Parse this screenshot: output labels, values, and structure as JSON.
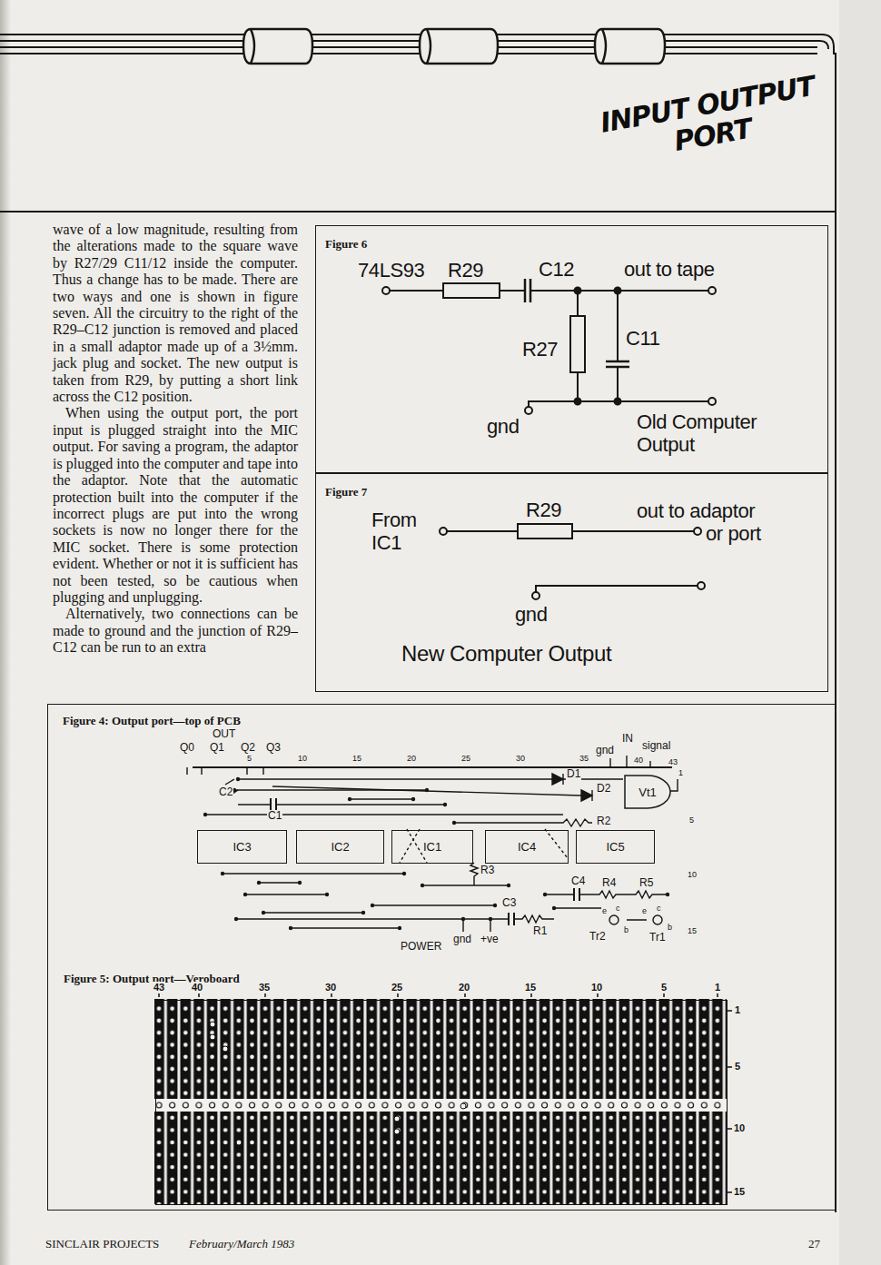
{
  "diagram": {
    "title": "INPUT OUTPUT PORT",
    "nodes": [
      {
        "text": [
          "Figure 6"
        ]
      },
      {
        "text": [
          "Figure 7"
        ]
      },
      {
        "text": [
          "Figure 4: Output port—top of PCB"
        ]
      },
      {
        "text": [
          "Vt1"
        ],
        "in": 2
      },
      {
        "text": [
          "IC3"
        ],
        "in": 2
      },
      {
        "text": [
          "IC2"
        ],
        "in": 2
      },
      {
        "text": [
          "IC1"
        ],
        "in": 2
      },
      {
        "text": [
          "IC4"
        ],
        "in": 2
      },
      {
        "text": [
          "IC5"
        ],
        "in": 2
      },
      {
        "text": [
          "Figure 5: Output port—Veroboard"
        ],
        "in": 2
      }
    ],
    "labels": [
      "wave of a low magnitude, resulting from the alterations made to the square wave by R27/29 C11/12 inside the computer. Thus a change has to be made. There are two ways and one is shown in figure seven. All the circuitry to the right of the R29–C12 junction is removed and placed in a small adaptor made up of a 3½mm. jack plug and socket. The new output is taken from R29, by putting a short link across the C12 position.",
      "When using the output port, the port input is plugged straight into the MIC output. For saving a program, the adaptor is plugged into the computer and tape into the adaptor. Note that the automatic protection built into the computer if the incorrect plugs are put into the wrong sockets is now no longer there for the MIC socket. There is some protection evident. Whether or not it is sufficient has not been tested, so be cautious when plugging and unplugging.",
      "Alternatively, two connections can be made to ground and the junction of R29–C12 can be run to an extra",
      "74LS93",
      "R29",
      "C12",
      "out to tape",
      "R27",
      "C11",
      "gnd",
      "Old Computer Output",
      "From IC1",
      "R29",
      "out to adaptor or port",
      "gnd",
      "New Computer Output",
      "OUT",
      "Q0",
      "Q1",
      "Q2",
      "Q3",
      "5",
      "10",
      "15",
      "20",
      "25",
      "30",
      "35",
      "40",
      "43",
      "gnd",
      "IN",
      "signal",
      "1",
      "5",
      "10",
      "15",
      "C2",
      "C1",
      "D1",
      "D2",
      "R2",
      "R3",
      "C3",
      "C4",
      "R4",
      "R5",
      "R1",
      "e",
      "c",
      "b",
      "Tr2",
      "e",
      "c",
      "b",
      "Tr1",
      "POWER",
      "gnd",
      "+ve",
      "43",
      "40",
      "35",
      "30",
      "25",
      "20",
      "15",
      "10",
      "5",
      "1",
      "1",
      "5",
      "10",
      "15",
      "SINCLAIR PROJECTS",
      "February/March 1983",
      "27"
    ]
  }
}
